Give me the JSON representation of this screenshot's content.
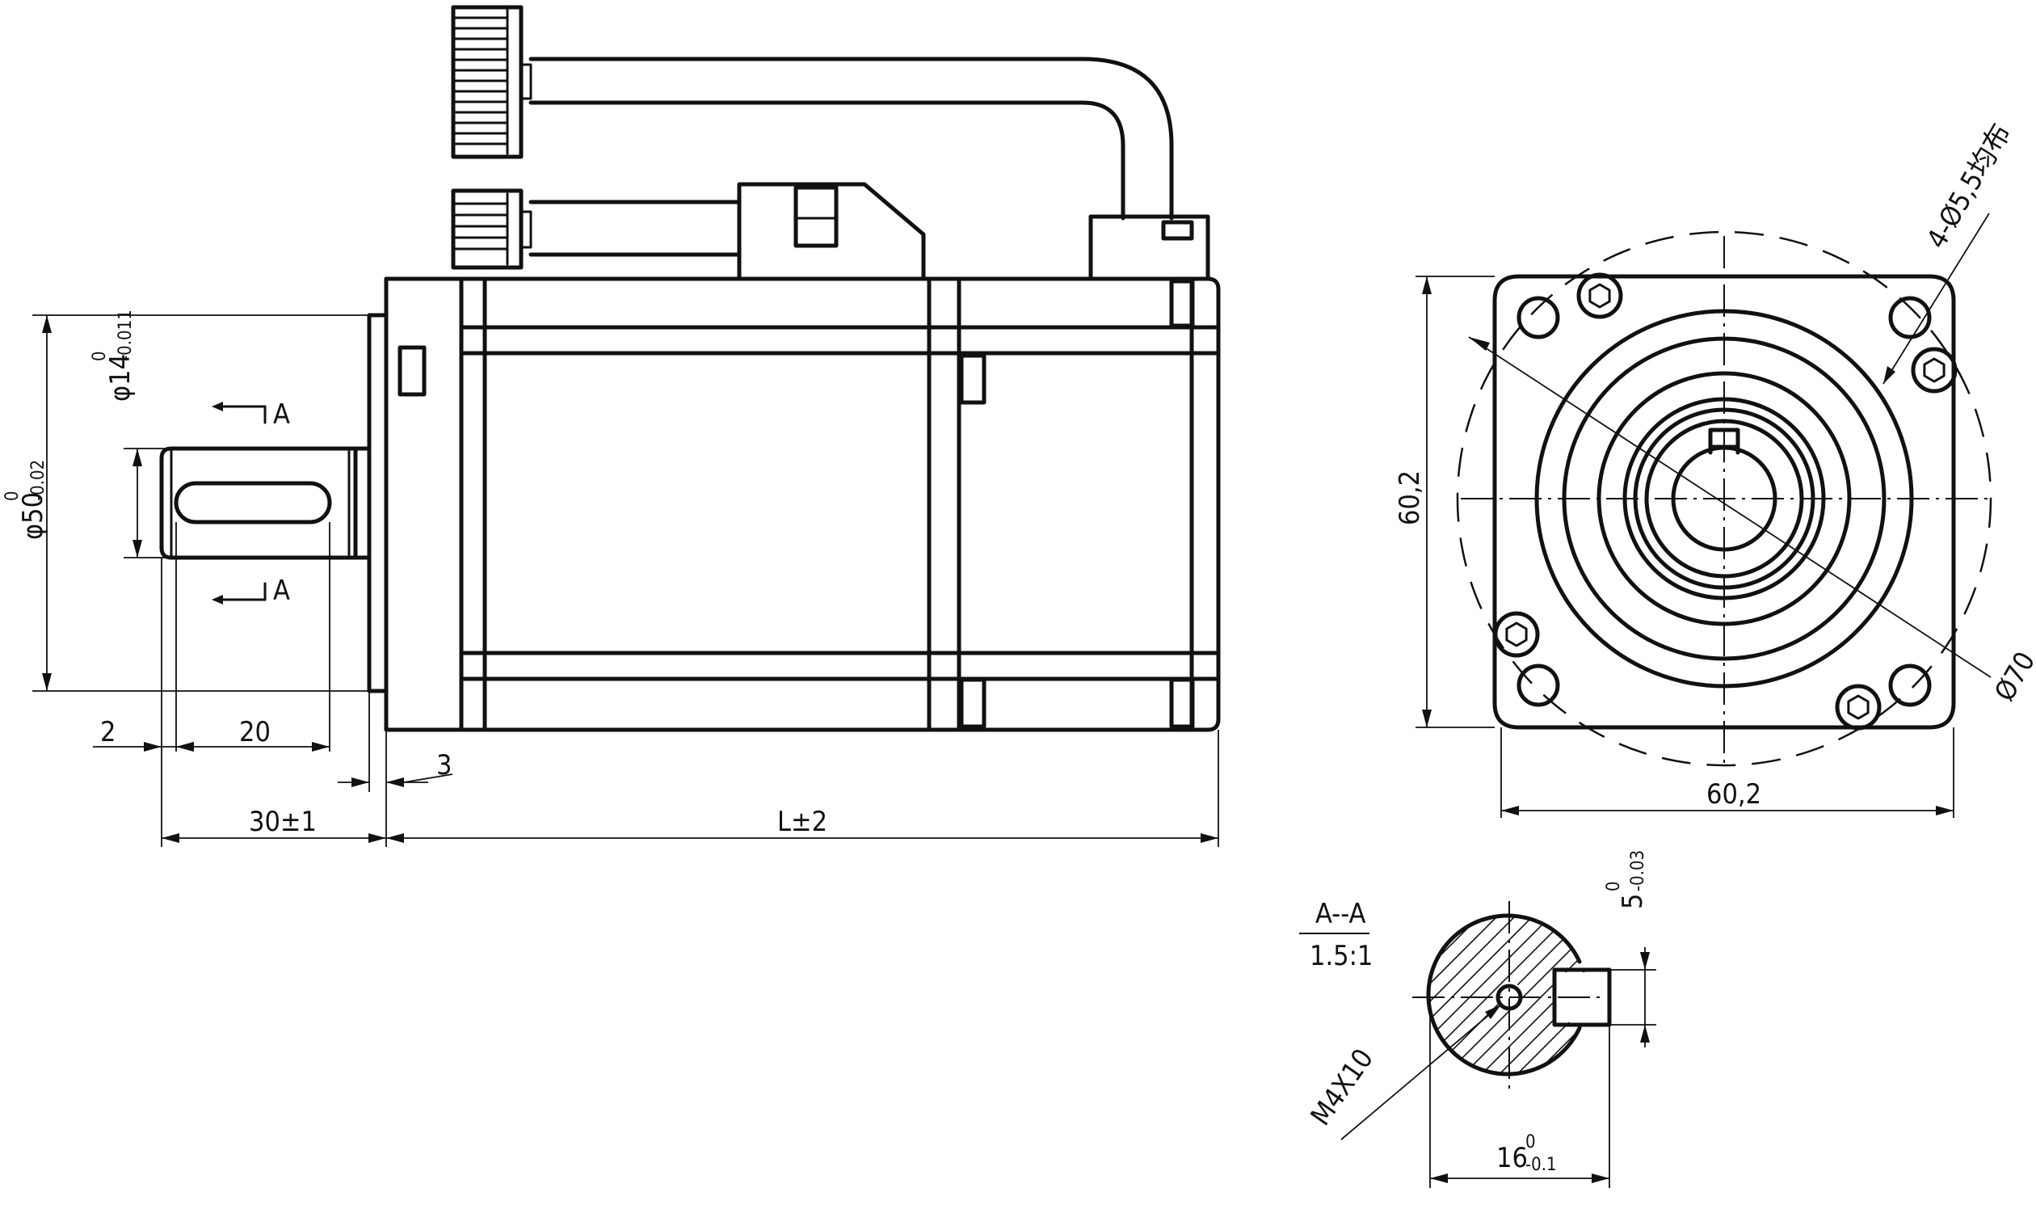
{
  "side_view": {
    "dim_flange_dia": {
      "main": "φ50",
      "upper": "0",
      "lower": "-0.02"
    },
    "dim_shaft_dia": {
      "main": "φ14",
      "upper": "0",
      "lower": "-0.011"
    },
    "section_mark_letter": "A",
    "dim_keyway_offset": "2",
    "dim_keyway_length": "20",
    "dim_flange_step": "3",
    "dim_shaft_length": "30±1",
    "dim_body_length": "L±2"
  },
  "front_view": {
    "dim_height": "60,2",
    "dim_width": "60,2",
    "dim_pcd": "Ø70",
    "dim_holes": "4-Ø5,5均布"
  },
  "section_view": {
    "title": "A--A",
    "scale": "1.5:1",
    "dim_key_width": {
      "main": "5",
      "upper": "0",
      "lower": "-0.03"
    },
    "dim_key_height": {
      "main": "16",
      "upper": "0",
      "lower": "-0.1"
    },
    "dim_thread": "M4X10"
  }
}
